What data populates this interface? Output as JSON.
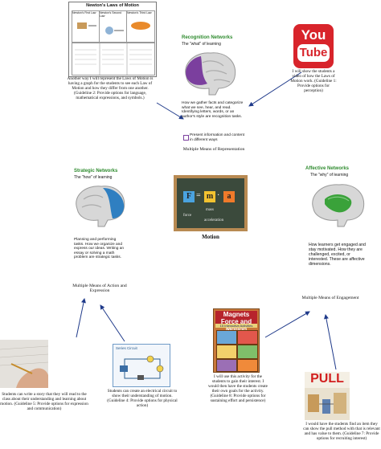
{
  "chart": {
    "title": "Newton's Laws of Motion",
    "law_cells": [
      "Newton's First Law",
      "Newton's Second Law",
      "Newton's Third Law"
    ]
  },
  "center": {
    "board": {
      "f": "F",
      "m": "m",
      "a": "a",
      "eq": "=",
      "force": "force",
      "mass": "mass",
      "acceleration": "acceleration"
    },
    "caption": "Motion"
  },
  "recognition": {
    "title": "Recognition Networks",
    "subtitle": "The \"what\" of learning",
    "text": "How we gather facts and categorize what we see, hear, and read. Identifying letters, words, or an author's style are recognition tasks.",
    "option": "Present information and content in different ways",
    "caption": "Multiple Means of Representation"
  },
  "strategic": {
    "title": "Strategic Networks",
    "subtitle": "The \"how\" of learning",
    "text": "Planning and performing tasks. How we organize and express our ideas. Writing an essay or solving a math problem are strategic tasks.",
    "caption": "Multiple Means of Action and Expression"
  },
  "affective": {
    "title": "Affective Networks",
    "subtitle": "The \"why\" of learning",
    "text": "How learners get engaged and stay motivated. How they are challenged, excited, or interested. These are affective dimensions.",
    "caption": "Multiple Means of Engagement"
  },
  "notes": {
    "graph": "Another way I will represent the Laws of Motion is having a graph for the students to see each Law of Motion and how they differ from one another. (Guideline 2: Provide options for language, mathematical expressions, and symbols.)",
    "video": "I will show the students a video of how the Laws of Motion work. (Guideline 1: Provide options for perception)",
    "story": "Students can write a story that they will read to the class about their understanding and learning about motion. (Guideline 5: Provide options for expression and communication)",
    "circuit": "Students can create an electrical circuit to show their understanding of motion. (Guideline 4: Provide options for physical action)",
    "activity": "I will use this activity for the students to gain their interest. I would then have the students create their own goals for the activity. (Guideline 8: Provide options for sustaining effort and persistence)",
    "pull": "I would have the students find an item they can show the pull method with that is relevant and has value to them. (Guideline 7: Provide options for recruiting interest)"
  },
  "youtube": {
    "top": "You",
    "bottom": "Tube"
  },
  "magnets": {
    "title": "Magnets Force and Motion",
    "subtitle": "15 Interactive Activities"
  },
  "pull_word": "PULL",
  "circuit_label": "Series Circuit",
  "colors": {
    "network_title": "#2e8b2e",
    "youtube": "#d8242b",
    "recognition_brain": "#7b3f9e",
    "strategic_brain": "#2f7fc1",
    "affective_brain": "#3aa23a"
  }
}
